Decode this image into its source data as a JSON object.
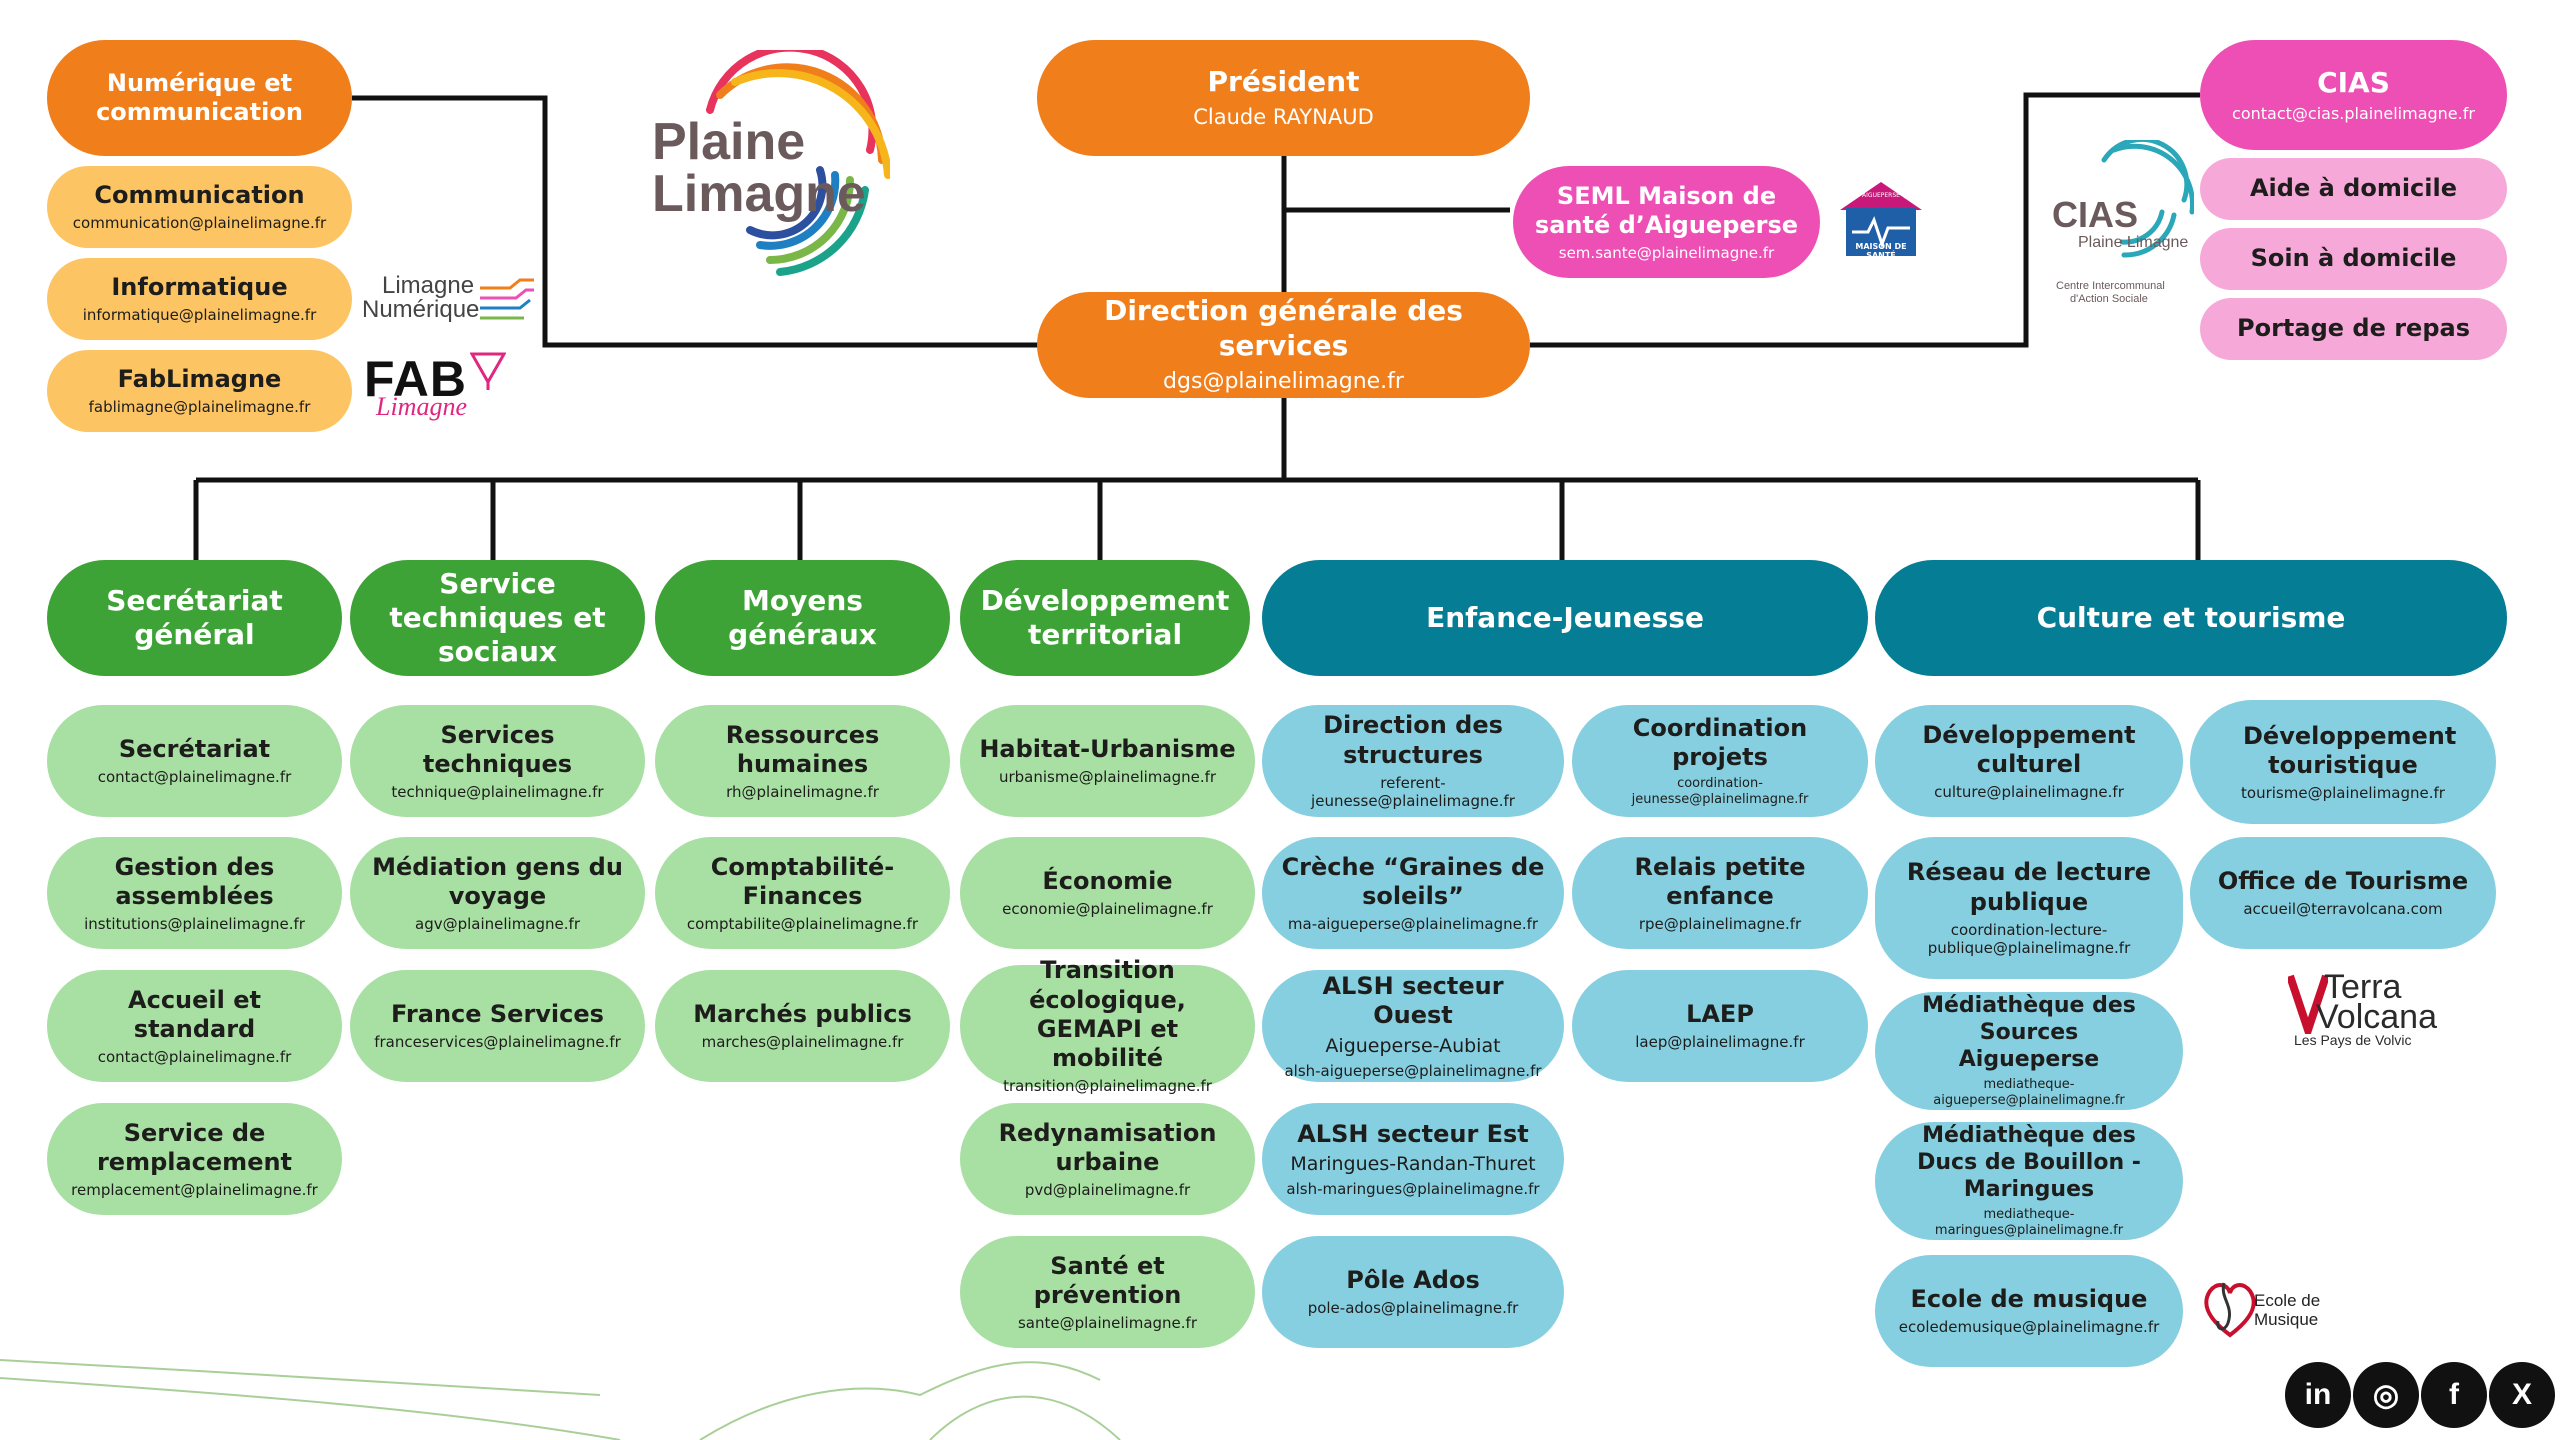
{
  "president": {
    "title": "Président",
    "subtitle": "Claude RAYNAUD"
  },
  "dgs": {
    "title": "Direction générale des services",
    "email": "dgs@plainelimagne.fr"
  },
  "seml": {
    "title": "SEML Maison de santé d’Aigueperse",
    "email": "sem.sante@plainelimagne.fr",
    "logo_text": "MAISON DE SANTÉ",
    "logo_top": "AIGUEPERSE"
  },
  "numerique": {
    "title": "Numérique et communication",
    "items": [
      {
        "title": "Communication",
        "email": "communication@plainelimagne.fr"
      },
      {
        "title": "Informatique",
        "email": "informatique@plainelimagne.fr"
      },
      {
        "title": "FabLimagne",
        "email": "fablimagne@plainelimagne.fr"
      }
    ]
  },
  "cias": {
    "title": "CIAS",
    "email": "contact@cias.plainelimagne.fr",
    "items": [
      {
        "title": "Aide à domicile"
      },
      {
        "title": "Soin à domicile"
      },
      {
        "title": "Portage de repas"
      }
    ]
  },
  "logos": {
    "plaine": "Plaine",
    "limagne": "Limagne",
    "limagne_num_1": "Limagne",
    "limagne_num_2": "Numérique",
    "fab_1": "FAB",
    "fab_2": "Limagne",
    "cias_1": "CIAS",
    "cias_2": "Plaine Limagne",
    "cias_3": "Centre Intercommunal",
    "cias_4": "d'Action Sociale",
    "terra_1": "Terra",
    "terra_2": "Volcana",
    "terra_3": "Les Pays de Volvic",
    "ecole_1": "Ecole de",
    "ecole_2": "Musique"
  },
  "columns": [
    {
      "title": "Secrétariat général",
      "items": [
        {
          "title": "Secrétariat",
          "email": "contact@plainelimagne.fr"
        },
        {
          "title": "Gestion des assemblées",
          "email": "institutions@plainelimagne.fr"
        },
        {
          "title": "Accueil et standard",
          "email": "contact@plainelimagne.fr"
        },
        {
          "title": "Service de remplacement",
          "email": "remplacement@plainelimagne.fr"
        }
      ]
    },
    {
      "title": "Service techniques et sociaux",
      "items": [
        {
          "title": "Services techniques",
          "email": "technique@plainelimagne.fr"
        },
        {
          "title": "Médiation gens du voyage",
          "email": "agv@plainelimagne.fr"
        },
        {
          "title": "France Services",
          "email": "franceservices@plainelimagne.fr"
        }
      ]
    },
    {
      "title": "Moyens généraux",
      "items": [
        {
          "title": "Ressources humaines",
          "email": "rh@plainelimagne.fr"
        },
        {
          "title": "Comptabilité-Finances",
          "email": "comptabilite@plainelimagne.fr"
        },
        {
          "title": "Marchés publics",
          "email": "marches@plainelimagne.fr"
        }
      ]
    },
    {
      "title": "Développement territorial",
      "items": [
        {
          "title": "Habitat-Urbanisme",
          "email": "urbanisme@plainelimagne.fr"
        },
        {
          "title": "Économie",
          "email": "economie@plainelimagne.fr"
        },
        {
          "title": "Transition écologique, GEMAPI et mobilité",
          "email": "transition@plainelimagne.fr"
        },
        {
          "title": "Redynamisation urbaine",
          "email": "pvd@plainelimagne.fr"
        },
        {
          "title": "Santé et prévention",
          "email": "sante@plainelimagne.fr"
        }
      ]
    }
  ],
  "enfance": {
    "title": "Enfance-Jeunesse",
    "left": [
      {
        "title": "Direction des structures",
        "email": "referent-jeunesse@plainelimagne.fr"
      },
      {
        "title": "Crèche “Graines de soleils”",
        "email": "ma-aigueperse@plainelimagne.fr"
      },
      {
        "title": "ALSH secteur Ouest",
        "sub": "Aigueperse-Aubiat",
        "email": "alsh-aigueperse@plainelimagne.fr"
      },
      {
        "title": "ALSH secteur Est",
        "sub": "Maringues-Randan-Thuret",
        "email": "alsh-maringues@plainelimagne.fr"
      },
      {
        "title": "Pôle Ados",
        "email": "pole-ados@plainelimagne.fr"
      }
    ],
    "right": [
      {
        "title": "Coordination projets",
        "email": "coordination-jeunesse@plainelimagne.fr"
      },
      {
        "title": "Relais petite enfance",
        "email": "rpe@plainelimagne.fr"
      },
      {
        "title": "LAEP",
        "email": "laep@plainelimagne.fr"
      }
    ]
  },
  "culture": {
    "title": "Culture et tourisme",
    "left": [
      {
        "title": "Développement culturel",
        "email": "culture@plainelimagne.fr"
      },
      {
        "title": "Réseau de lecture publique",
        "email": "coordination-lecture-publique@plainelimagne.fr"
      },
      {
        "title": "Médiathèque des Sources Aigueperse",
        "email": "mediatheque-aigueperse@plainelimagne.fr"
      },
      {
        "title": "Médiathèque des Ducs de Bouillon - Maringues",
        "email": "mediatheque-maringues@plainelimagne.fr"
      },
      {
        "title": "Ecole de musique",
        "email": "ecoledemusique@plainelimagne.fr"
      }
    ],
    "right": [
      {
        "title": "Développement touristique",
        "email": "tourisme@plainelimagne.fr"
      },
      {
        "title": "Office de Tourisme",
        "email": "accueil@terravolcana.com"
      }
    ]
  },
  "social": [
    {
      "icon": "linkedin-icon",
      "glyph": "in"
    },
    {
      "icon": "instagram-icon",
      "glyph": "◎"
    },
    {
      "icon": "facebook-icon",
      "glyph": "f"
    },
    {
      "icon": "x-icon",
      "glyph": "X"
    }
  ],
  "colors": {
    "orange": "#f07e1b",
    "green": "#3ea336",
    "teal": "#057d94",
    "pink": "#ee4fb4"
  }
}
